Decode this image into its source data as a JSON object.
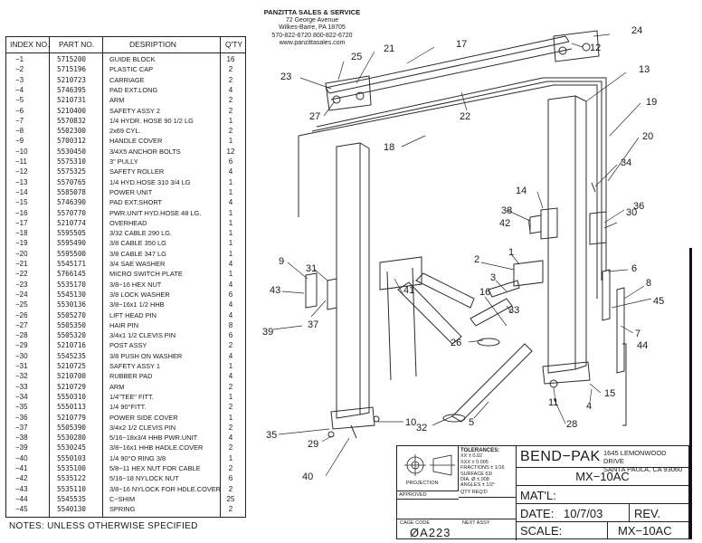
{
  "company": {
    "name": "PANZITTA SALES & SERVICE",
    "address_1": "72 George Avenue",
    "address_2": "Wilkes-Barre, PA 18705",
    "phones": "570-822-6720   800-822-6720",
    "website": "www.panzittasales.com"
  },
  "table": {
    "headers": {
      "index": "INDEX NO.",
      "part": "PART NO.",
      "description": "DESRIPTION",
      "qty": "Q'TY"
    },
    "rows": [
      {
        "index": "−1",
        "part": "5715200",
        "description": "GUIDE BLOCK",
        "qty": "16"
      },
      {
        "index": "−2",
        "part": "5715196",
        "description": "PLASTIC CAP",
        "qty": "2"
      },
      {
        "index": "−3",
        "part": "5210723",
        "description": "CARRIAGE",
        "qty": "2"
      },
      {
        "index": "−4",
        "part": "5746395",
        "description": "PAD EXT.LONG",
        "qty": "4"
      },
      {
        "index": "−5",
        "part": "5210731",
        "description": "ARM",
        "qty": "2"
      },
      {
        "index": "−6",
        "part": "5210400",
        "description": "SAFETY ASSY 2",
        "qty": "2"
      },
      {
        "index": "−7",
        "part": "5570832",
        "description": "1/4 HYDR. HOSE 90 1/2 LG",
        "qty": "1"
      },
      {
        "index": "−8",
        "part": "5502300",
        "description": "2x69  CYL.",
        "qty": "2"
      },
      {
        "index": "−9",
        "part": "5700312",
        "description": "HANDLE COVER",
        "qty": "1"
      },
      {
        "index": "−10",
        "part": "5530450",
        "description": "3/4X5 ANCHOR BOLTS",
        "qty": "12"
      },
      {
        "index": "−11",
        "part": "5575310",
        "description": "3\" PULLY",
        "qty": "6"
      },
      {
        "index": "−12",
        "part": "5575325",
        "description": "SAFETY ROLLER",
        "qty": "4"
      },
      {
        "index": "−13",
        "part": "5570765",
        "description": "1/4 HYD.HOSE 310 3/4 LG",
        "qty": "1"
      },
      {
        "index": "−14",
        "part": "5585078",
        "description": "POWER UNIT",
        "qty": "1"
      },
      {
        "index": "−15",
        "part": "5746390",
        "description": "PAD EXT.SHORT",
        "qty": "4"
      },
      {
        "index": "−16",
        "part": "5570770",
        "description": "PWR.UNIT HYD.HOSE 48 LG.",
        "qty": "1"
      },
      {
        "index": "−17",
        "part": "5210774",
        "description": "OVERHEAD",
        "qty": "1"
      },
      {
        "index": "−18",
        "part": "5595505",
        "description": "3/32 CABLE 290 LG.",
        "qty": "1"
      },
      {
        "index": "−19",
        "part": "5595490",
        "description": "3/8 CABLE 350 LG",
        "qty": "1"
      },
      {
        "index": "−20",
        "part": "5595500",
        "description": "3/8 CABLE 347 LG",
        "qty": "1"
      },
      {
        "index": "−21",
        "part": "5545171",
        "description": "3/4 SAE WASHER",
        "qty": "4"
      },
      {
        "index": "−22",
        "part": "5766145",
        "description": "MICRO SWITCH PLATE",
        "qty": "1"
      },
      {
        "index": "−23",
        "part": "5535170",
        "description": "3/8−16 HEX NUT",
        "qty": "4"
      },
      {
        "index": "−24",
        "part": "5545130",
        "description": "3/8 LOCK WASHER",
        "qty": "6"
      },
      {
        "index": "−25",
        "part": "5530136",
        "description": "3/8−16x1 1/2 HHB",
        "qty": "4"
      },
      {
        "index": "−26",
        "part": "5505270",
        "description": "LIFT HEAD PIN",
        "qty": "4"
      },
      {
        "index": "−27",
        "part": "5505350",
        "description": "HAIR PIN",
        "qty": "8"
      },
      {
        "index": "−28",
        "part": "5505320",
        "description": "3/4x1 1/2 CLEVIS PIN",
        "qty": "6"
      },
      {
        "index": "−29",
        "part": "5210716",
        "description": "POST ASSY",
        "qty": "2"
      },
      {
        "index": "−30",
        "part": "5545235",
        "description": "3/8 PUSH ON WASHER",
        "qty": "4"
      },
      {
        "index": "−31",
        "part": "5210725",
        "description": "SAFETY ASSY 1",
        "qty": "1"
      },
      {
        "index": "−32",
        "part": "5210700",
        "description": "RUBBER PAD",
        "qty": "4"
      },
      {
        "index": "−33",
        "part": "5210729",
        "description": "ARM",
        "qty": "2"
      },
      {
        "index": "−34",
        "part": "5550310",
        "description": "1/4\"TEE\" FITT.",
        "qty": "1"
      },
      {
        "index": "−35",
        "part": "5550113",
        "description": "1/4  90°FITT.",
        "qty": "2"
      },
      {
        "index": "−36",
        "part": "5210779",
        "description": "POWER SIDE COVER",
        "qty": "1"
      },
      {
        "index": "−37",
        "part": "5505390",
        "description": "3/4x2 1/2 CLEVIS PIN",
        "qty": "2"
      },
      {
        "index": "−38",
        "part": "5530280",
        "description": "5/16−18x3/4 HHB PWR.UNIT",
        "qty": "4"
      },
      {
        "index": "−39",
        "part": "5530245",
        "description": "3/8−16x1 HHB HADLE.COVER",
        "qty": "2"
      },
      {
        "index": "−40",
        "part": "5550103",
        "description": "1/4 90°O RING 3/8",
        "qty": "1"
      },
      {
        "index": "−41",
        "part": "5535100",
        "description": "5/8−11 HEX NUT FOR CABLE",
        "qty": "2"
      },
      {
        "index": "−42",
        "part": "5535122",
        "description": "5/16−18 NYLOCK NUT",
        "qty": "6"
      },
      {
        "index": "−43",
        "part": "5535110",
        "description": "3/8−16 NYLOCK FOR HDLE.COVER",
        "qty": "2"
      },
      {
        "index": "−44",
        "part": "5545535",
        "description": "C−SHIM",
        "qty": "25"
      },
      {
        "index": "−45",
        "part": "5540130",
        "description": "SPRING",
        "qty": "2"
      }
    ]
  },
  "notes": "NOTES:  UNLESS  OTHERWISE  SPECIFIED",
  "callouts": [
    "1",
    "2",
    "3",
    "4",
    "5",
    "6",
    "7",
    "8",
    "9",
    "10",
    "11",
    "12",
    "13",
    "14",
    "15",
    "16",
    "17",
    "18",
    "19",
    "20",
    "21",
    "22",
    "23",
    "24",
    "25",
    "26",
    "27",
    "28",
    "29",
    "30",
    "31",
    "32",
    "33",
    "34",
    "35",
    "36",
    "37",
    "38",
    "39",
    "40",
    "41",
    "42",
    "43",
    "44",
    "45"
  ],
  "title_block": {
    "projection": "PROJECTION",
    "approved": "APPROVED",
    "tolerances_title": "TOLERANCES:",
    "tol_1": "XX  ± 0.02",
    "tol_2": "XXX  ± 0.005",
    "tol_3": "FRACTIONS ± 1/16",
    "tol_4": "SURFACE 63/",
    "tol_5": "DIA. Ø ±.008",
    "tol_6": "ANGLES ± 1/2°",
    "qty_reqd": "QTY REQ'D",
    "company": "BEND−PAK",
    "company_address_1": "1645 LEMONWOOD DRIVE",
    "company_address_2": "SANTA PAULA, CA 93060",
    "model": "MX−10AC",
    "material_label": "MAT'L:",
    "date_label": "DATE:",
    "date_value": "10/7/03",
    "rev_label": "REV.",
    "scale_label": "SCALE:",
    "scale_value": "MX−10AC",
    "cage_code_label": "CAGE CODE",
    "cage_code": "ØA223",
    "next_assy": "NEXT ASSY"
  }
}
